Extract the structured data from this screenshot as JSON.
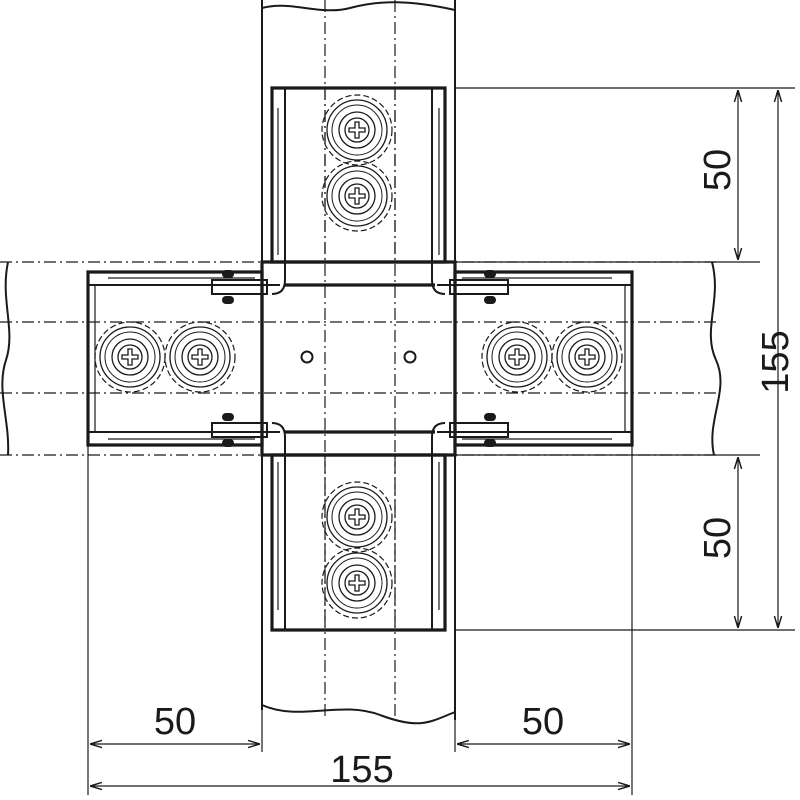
{
  "dimensions": {
    "top_arm_height": "50",
    "bottom_arm_height": "50",
    "total_height": "155",
    "left_arm_width": "50",
    "right_arm_width": "50",
    "total_width": "155"
  },
  "colors": {
    "line": "#1a1a1a",
    "background": "#ffffff"
  },
  "icons": {
    "fastener": "screw-roller-icon",
    "hole": "fixing-hole-icon"
  }
}
